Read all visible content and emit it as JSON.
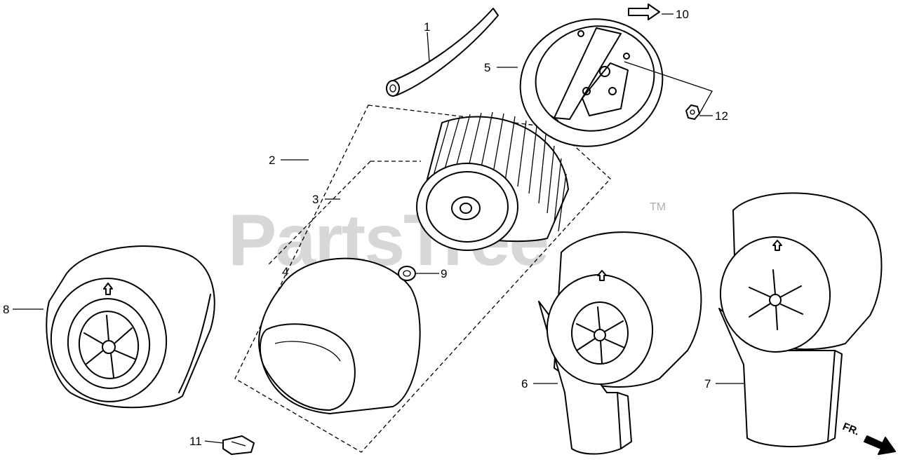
{
  "watermark": {
    "text": "PartsTree",
    "trademark": "TM"
  },
  "direction_mark": {
    "text": "FR."
  },
  "callouts": [
    {
      "id": "c1",
      "label": "1"
    },
    {
      "id": "c2",
      "label": "2"
    },
    {
      "id": "c3",
      "label": "3"
    },
    {
      "id": "c4",
      "label": "4"
    },
    {
      "id": "c5",
      "label": "5"
    },
    {
      "id": "c6",
      "label": "6"
    },
    {
      "id": "c7",
      "label": "7"
    },
    {
      "id": "c8",
      "label": "8"
    },
    {
      "id": "c9",
      "label": "9"
    },
    {
      "id": "c10",
      "label": "10"
    },
    {
      "id": "c11",
      "label": "11"
    },
    {
      "id": "c12",
      "label": "12"
    }
  ],
  "colors": {
    "line": "#000000",
    "watermark": "#b8b8b8",
    "background": "#ffffff"
  }
}
